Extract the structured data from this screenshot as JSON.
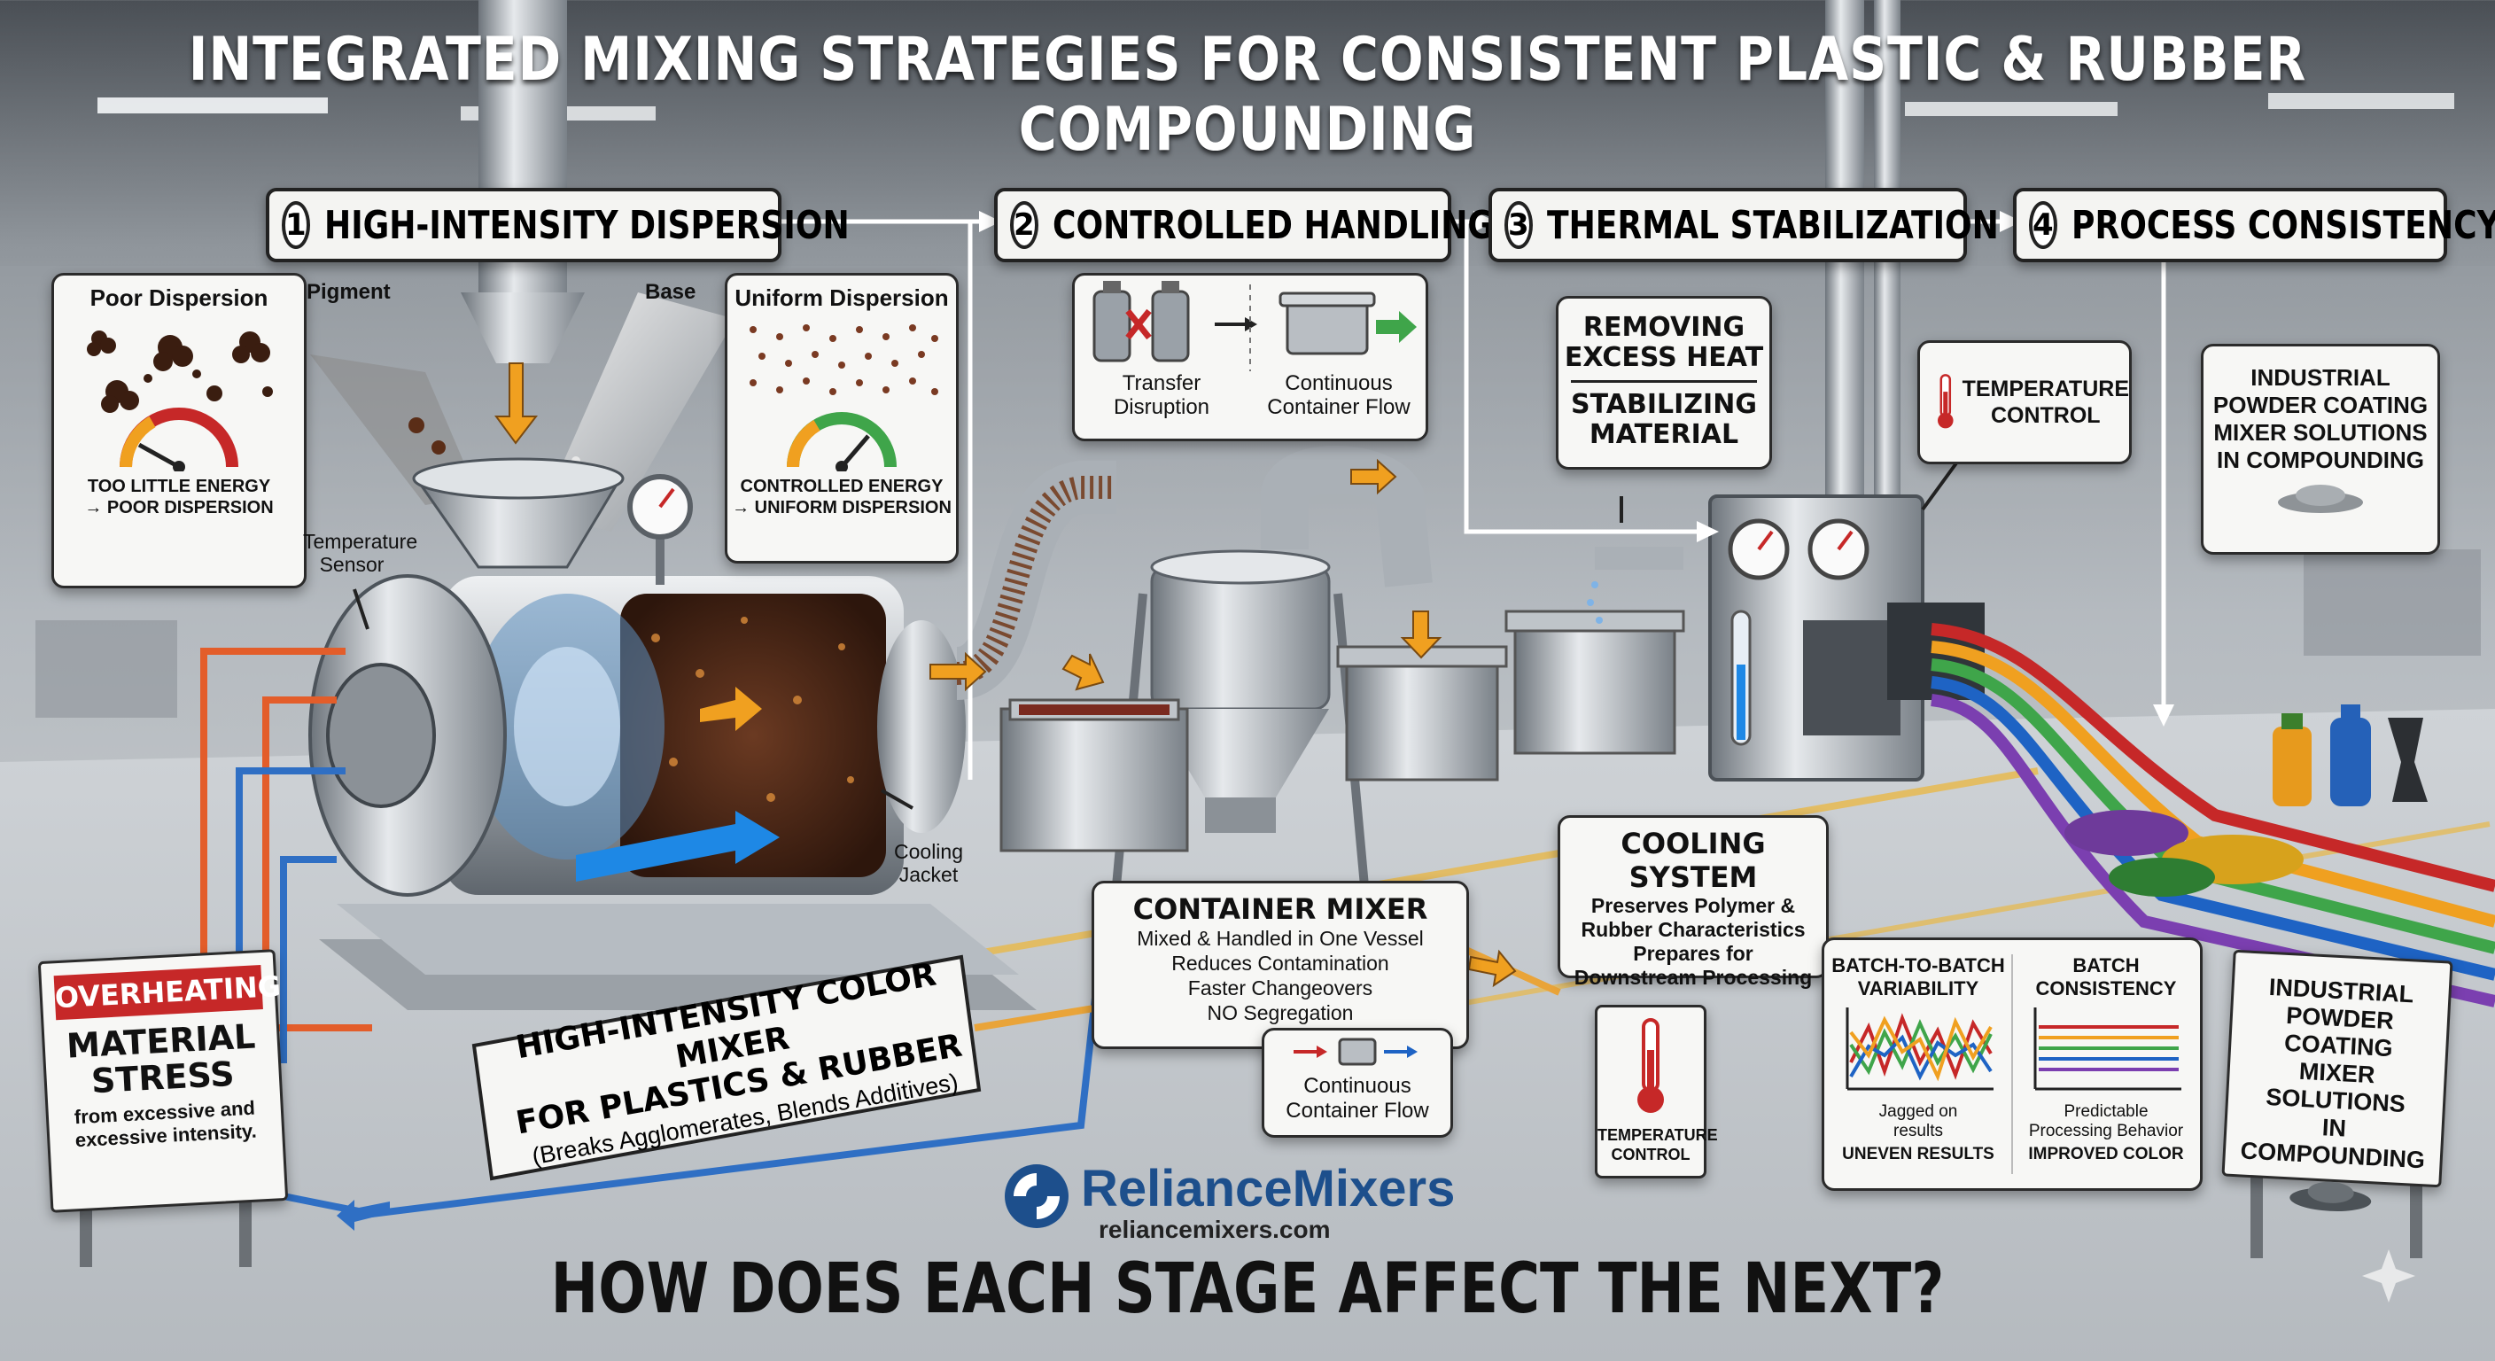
{
  "title": "INTEGRATED MIXING STRATEGIES FOR CONSISTENT PLASTIC & RUBBER COMPOUNDING",
  "steps": [
    {
      "num": "1",
      "label": "HIGH-INTENSITY DISPERSION"
    },
    {
      "num": "2",
      "label": "CONTROLLED HANDLING"
    },
    {
      "num": "3",
      "label": "THERMAL STABILIZATION"
    },
    {
      "num": "4",
      "label": "PROCESS CONSISTENCY"
    }
  ],
  "dispersion": {
    "poor_title": "Poor Dispersion",
    "poor_caption_1": "TOO LITTLE ENERGY",
    "poor_caption_2": "→ POOR DISPERSION",
    "pigment": "Pigment",
    "base": "Base",
    "uniform_title": "Uniform Dispersion",
    "uniform_caption_1": "CONTROLLED ENERGY",
    "uniform_caption_2": "→ UNIFORM DISPERSION",
    "temp_sensor": "Temperature Sensor",
    "cooling_jacket": "Cooling Jacket"
  },
  "overheating": {
    "badge": "OVERHEATING",
    "head_1": "MATERIAL",
    "head_2": "STRESS",
    "sub_1": "from excessive and",
    "sub_2": "excessive intensity."
  },
  "mixer_label": {
    "line_1": "HIGH-INTENSITY COLOR MIXER",
    "line_2": "FOR PLASTICS & RUBBER",
    "line_3": "(Breaks Agglomerates, Blends Additives)"
  },
  "handling": {
    "transfer": "Transfer Disruption",
    "continuous": "Continuous Container Flow"
  },
  "container_mixer": {
    "title": "CONTAINER MIXER",
    "lines": [
      "Mixed & Handled in One Vessel",
      "Reduces Contamination",
      "Faster Changeovers",
      "NO Segregation"
    ]
  },
  "continuous_flow": "Continuous Container Flow",
  "thermal": {
    "removing_1": "REMOVING",
    "removing_2": "EXCESS HEAT",
    "stabilizing_1": "STABILIZING",
    "stabilizing_2": "MATERIAL",
    "temp_control_1": "TEMPERATURE",
    "temp_control_2": "CONTROL"
  },
  "cooling_system": {
    "title": "COOLING SYSTEM",
    "lines": [
      "Preserves Polymer &",
      "Rubber Characteristics",
      "Prepares for",
      "Downstream Processing"
    ]
  },
  "temp_control_small": {
    "line_1": "TEMPERATURE",
    "line_2": "CONTROL"
  },
  "powder_sign_top": [
    "INDUSTRIAL",
    "POWDER COATING",
    "MIXER SOLUTIONS",
    "IN COMPOUNDING"
  ],
  "powder_sign_bottom": [
    "INDUSTRIAL",
    "POWDER COATING",
    "MIXER SOLUTIONS",
    "IN COMPOUNDING"
  ],
  "batch": {
    "var_title_1": "BATCH-TO-BATCH",
    "var_title_2": "VARIABILITY",
    "cons_title_1": "BATCH",
    "cons_title_2": "CONSISTENCY",
    "var_cap_1": "Jagged on",
    "var_cap_2": "results",
    "var_cap_3": "UNEVEN RESULTS",
    "cons_cap_1": "Predictable",
    "cons_cap_2": "Processing Behavior",
    "cons_cap_3": "IMPROVED COLOR"
  },
  "brand": {
    "name": "RelianceMixers",
    "url": "reliancemixers.com"
  },
  "question": "HOW DOES EACH STAGE AFFECT THE NEXT?",
  "colors": {
    "brand": "#1d4f8c",
    "warning": "#c62828",
    "accent": "#f0a020",
    "cool": "#1e88e5"
  }
}
